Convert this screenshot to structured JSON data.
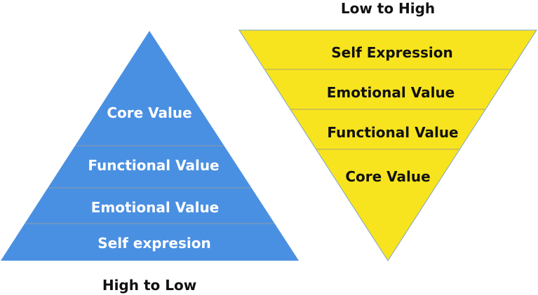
{
  "colors": {
    "pyramid_fill": "#4a90e2",
    "pyramid_divider": "#8e9aa8",
    "pyramid_text": "#ffffff",
    "inverted_fill": "#f7e41e",
    "inverted_outline": "#7ea3c8",
    "inverted_divider": "#a8a07a",
    "inverted_text": "#111111",
    "title_text": "#111111"
  },
  "pyramid": {
    "title": "High to Low",
    "orientation": "apex-up",
    "levels_top_to_bottom": [
      {
        "label": "Core Value"
      },
      {
        "label": "Functional Value"
      },
      {
        "label": "Emotional Value"
      },
      {
        "label": "Self expresion"
      }
    ]
  },
  "inverted_pyramid": {
    "title": "Low to High",
    "orientation": "apex-down",
    "levels_top_to_bottom": [
      {
        "label": "Self Expression"
      },
      {
        "label": "Emotional Value"
      },
      {
        "label": "Functional Value"
      },
      {
        "label": "Core Value"
      }
    ]
  }
}
